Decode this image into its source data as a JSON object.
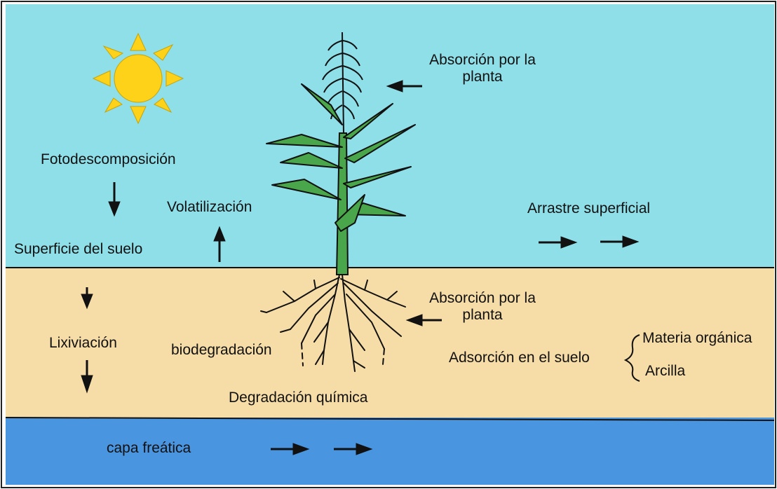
{
  "colors": {
    "sky": "#8fdfe9",
    "soil": "#f6dca6",
    "water": "#4a95e0",
    "leaf": "#4aa64a",
    "sun_core": "#ffd21a",
    "sun_ray": "#ffd21a",
    "ink": "#111111"
  },
  "icons": [
    "sun-icon",
    "corn-plant-icon",
    "roots-icon",
    "arrow-icon",
    "brace-icon"
  ],
  "labels": {
    "absorption_plant_top": "Absorción por la planta",
    "photodecomposition": "Fotodescomposición",
    "volatilization": "Volatilización",
    "surface_runoff": "Arrastre superficial",
    "soil_surface": "Superficie del suelo",
    "leaching": "Lixiviación",
    "absorption_plant_soil": "Absorción por la planta",
    "biodegradation": "biodegradación",
    "adsorption_soil": "Adsorción en el suelo",
    "organic_matter": "Materia orgánica",
    "clay": "Arcilla",
    "chemical_degradation": "Degradación química",
    "water_table": "capa freática"
  }
}
